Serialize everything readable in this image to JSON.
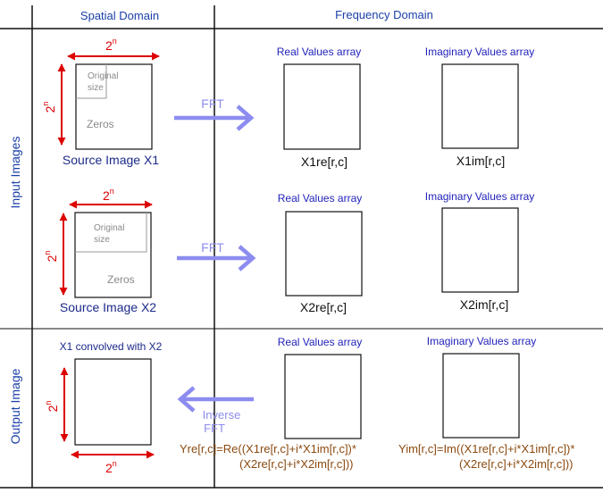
{
  "headers": {
    "spatial": "Spatial Domain",
    "frequency": "Frequency Domain"
  },
  "row_labels": {
    "input": "Input Images",
    "output": "Output Image"
  },
  "size_label": {
    "base": "2",
    "exponent": "n"
  },
  "source_images": [
    {
      "original_label_line1": "Original",
      "original_label_line2": "size",
      "zeros_label": "Zeros",
      "caption": "Source Image X1"
    },
    {
      "original_label_line1": "Original",
      "original_label_line2": "size",
      "zeros_label": "Zeros",
      "caption": "Source Image X2"
    }
  ],
  "output_image": {
    "title": "X1 convolved with X2"
  },
  "transforms": {
    "fft_1": "FFT",
    "fft_2": "FFT",
    "inverse_line1": "Inverse",
    "inverse_line2": "FFT"
  },
  "frequency_rows": [
    {
      "real_title": "Real Values array",
      "imag_title": "Imaginary Values array",
      "real_caption": "X1re[r,c]",
      "imag_caption": "X1im[r,c]"
    },
    {
      "real_title": "Real Values array",
      "imag_title": "Imaginary Values array",
      "real_caption": "X2re[r,c]",
      "imag_caption": "X2im[r,c]"
    },
    {
      "real_title": "Real Values array",
      "imag_title": "Imaginary Values array"
    }
  ],
  "formulas": {
    "yre_line1": "Yre[r,c]=Re((X1re[r,c]+i*X1im[r,c])*",
    "yre_line2": "(X2re[r,c]+i*X2im[r,c]))",
    "yim_line1": "Yim[r,c]=Im((X1re[r,c]+i*X1im[r,c])*",
    "yim_line2": "(X2re[r,c]+i*X2im[r,c]))"
  },
  "colors": {
    "header_text": "#1a3fa8",
    "title_blue": "#2222bb",
    "caption_navy": "#1c2a8a",
    "dimension_red": "#dd0000",
    "fft_arrow": "#8c8cf0",
    "formula_brown": "#8b4a10",
    "gray_text": "#8a8a8a",
    "line": "#111111"
  }
}
